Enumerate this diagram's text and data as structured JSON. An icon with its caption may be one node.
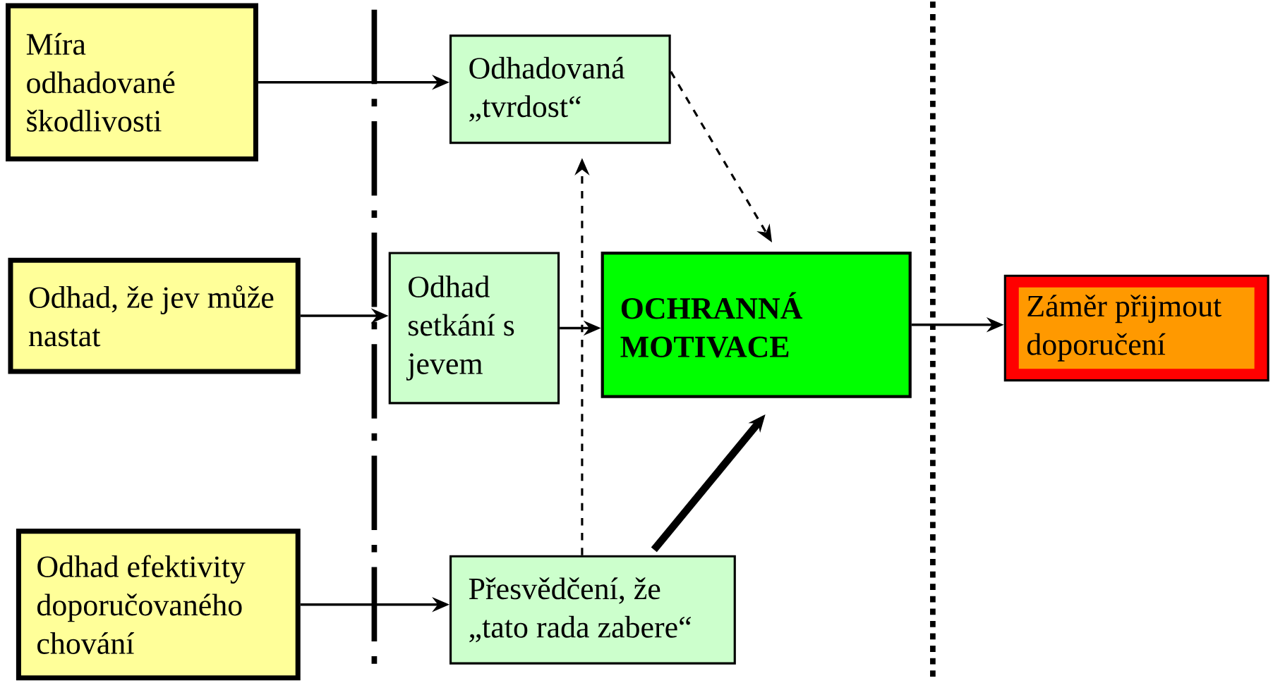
{
  "diagram": {
    "nodes": [
      {
        "text": [
          "Míra odhadované škodlivosti"
        ]
      },
      {
        "text": [
          "Odhadovaná „tvrdost“"
        ]
      },
      {
        "text": [
          "Odhad, že jev může nastat"
        ]
      },
      {
        "text": [
          "Odhad setkání s jevem"
        ]
      },
      {
        "text": [
          "OCHRANNÁ MOTIVACE"
        ]
      },
      {
        "text": [
          "Záměr přijmout doporučení"
        ]
      },
      {
        "text": [
          "Odhad efektivity doporučovaného chování"
        ]
      },
      {
        "text": [
          "Přesvědčení, že „tato rada zabere“"
        ]
      }
    ],
    "edges": [
      {
        "from": 0,
        "to": 1,
        "arrow": "to"
      },
      {
        "from": 2,
        "to": 3,
        "arrow": "to"
      },
      {
        "from": 3,
        "to": 4,
        "arrow": "to"
      },
      {
        "from": 4,
        "to": 5,
        "arrow": "to"
      },
      {
        "from": 6,
        "to": 7,
        "arrow": "to"
      },
      {
        "from": 7,
        "to": 1,
        "arrow": "to",
        "style": "dashed"
      },
      {
        "from": 1,
        "to": 4,
        "arrow": "to",
        "style": "dashed"
      },
      {
        "from": 7,
        "to": 4,
        "arrow": "to",
        "style": "thick"
      }
    ]
  }
}
